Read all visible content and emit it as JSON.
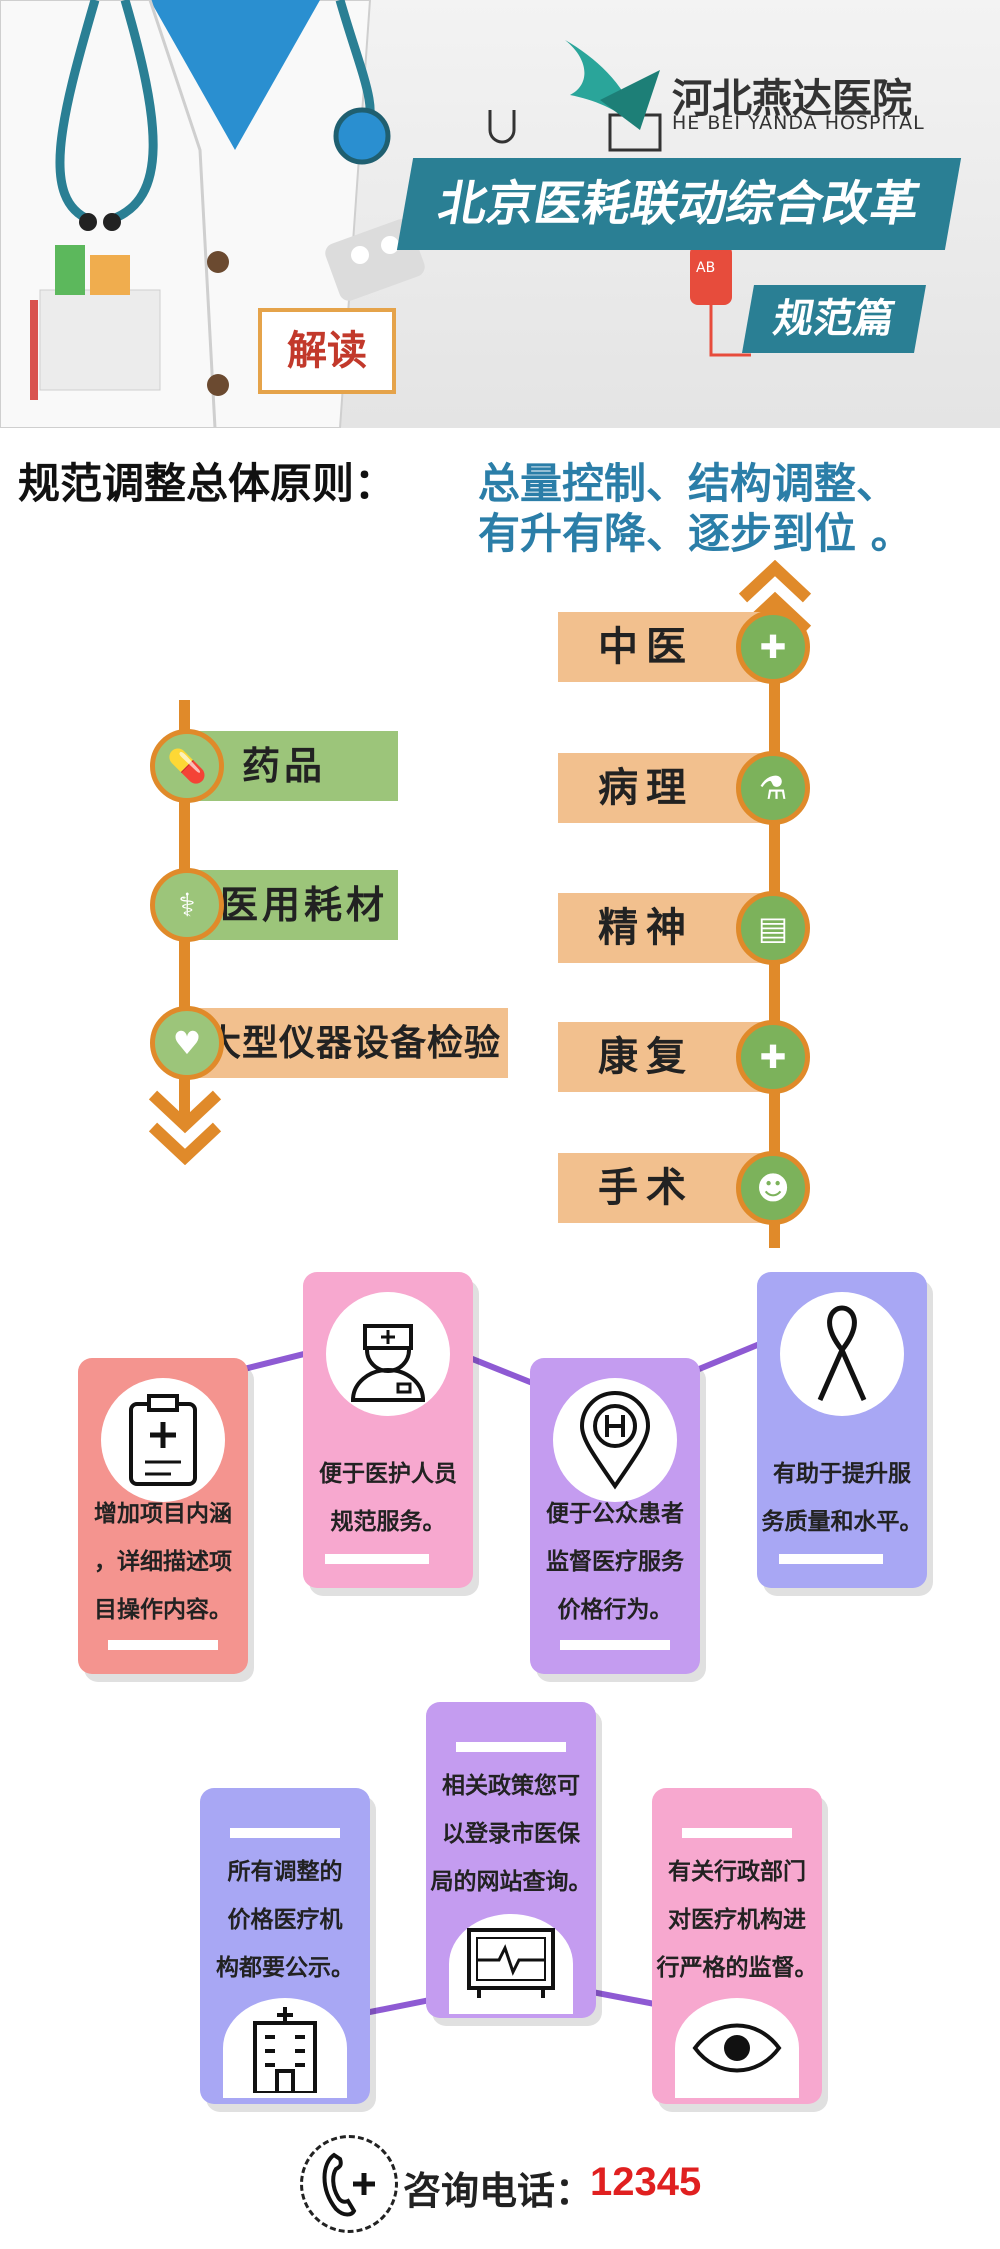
{
  "header": {
    "hospital_name": "河北燕达医院",
    "hospital_en": "HE BEI YANDA HOSPITAL",
    "title": "北京医耗联动综合改革",
    "subtitle": "规范篇",
    "read_label": "解读"
  },
  "principle": {
    "label": "规范调整总体原则：",
    "line1": "总量控制、结构调整、",
    "line2": "有升有降、逐步到位 。"
  },
  "decrease_items": [
    {
      "label": "药品",
      "icon": "pill-icon"
    },
    {
      "label": "医用耗材",
      "icon": "stethoscope-icon"
    },
    {
      "label": "大型仪器设备检验",
      "icon": "heartbeat-icon"
    }
  ],
  "increase_items": [
    {
      "label": "中医",
      "icon": "medicine-box-icon"
    },
    {
      "label": "病理",
      "icon": "flask-icon"
    },
    {
      "label": "精神",
      "icon": "clipboard-icon"
    },
    {
      "label": "康复",
      "icon": "plus-cross-icon"
    },
    {
      "label": "手术",
      "icon": "surgeon-icon"
    }
  ],
  "cards_row1": [
    {
      "text": [
        "增加项目内涵",
        "，详细描述项",
        "目操作内容。"
      ],
      "icon": "medical-clipboard-icon",
      "color": "#f4948f"
    },
    {
      "text": [
        "便于医护人员",
        "规范服务。"
      ],
      "icon": "nurse-icon",
      "color": "#f7a8cf"
    },
    {
      "text": [
        "便于公众患者",
        "监督医疗服务",
        "价格行为。"
      ],
      "icon": "hospital-pin-icon",
      "color": "#c49cf0"
    },
    {
      "text": [
        "有助于提升服",
        "务质量和水平。"
      ],
      "icon": "ribbon-icon",
      "color": "#a8a7f4"
    }
  ],
  "cards_row2": [
    {
      "text": [
        "所有调整的",
        "价格医疗机",
        "构都要公示。"
      ],
      "icon": "hospital-building-icon",
      "color": "#a8a7f4"
    },
    {
      "text": [
        "相关政策您可",
        "以登录市医保",
        "局的网站查询。"
      ],
      "icon": "monitor-icon",
      "color": "#c49cf0"
    },
    {
      "text": [
        "有关行政部门",
        "对医疗机构进",
        "行严格的监督。"
      ],
      "icon": "eye-icon",
      "color": "#f7a8cf"
    }
  ],
  "contact": {
    "label": "咨询电话：",
    "number": "12345",
    "icon": "phone-icon"
  },
  "colors": {
    "teal": "#2a7f94",
    "orange": "#e08a2a",
    "green": "#9cc57a",
    "peach": "#f2c08e",
    "blue_text": "#2b7ea8",
    "red": "#e02020"
  }
}
